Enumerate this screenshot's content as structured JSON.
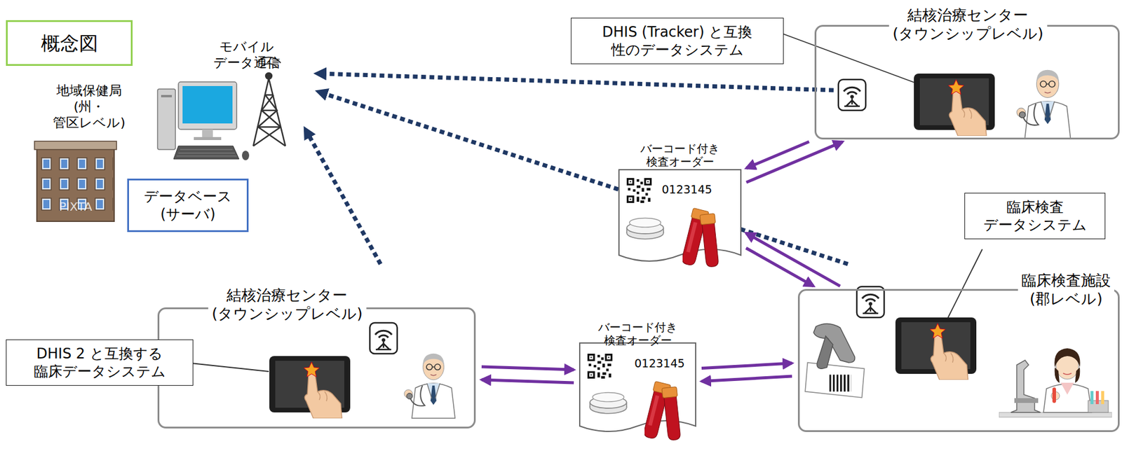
{
  "diagram": {
    "nodes": [
      {
        "text": [
          "概念図"
        ]
      },
      {
        "text": [
          "データベース (サーバ)"
        ]
      },
      {
        "text": [
          "結核治療センター (タウンシップレベル)"
        ]
      },
      {
        "text": [
          "DHIS (Tracker) と互換 性のデータシステム"
        ]
      },
      {
        "text": [
          "バーコード付き 検査オーダー",
          "0123145"
        ]
      },
      {
        "text": [
          "臨床検査 データシステム"
        ]
      },
      {
        "text": [
          "結核治療センター (タウンシップレベル)"
        ]
      },
      {
        "text": [
          "DHIS 2 と互換する 臨床データシステム"
        ]
      },
      {
        "text": [
          "バーコード付き 検査オーダー",
          "0123145"
        ]
      },
      {
        "text": [
          "臨床検査施設 (郡レベル)"
        ]
      }
    ],
    "edges": [
      {
        "from": 2,
        "to": 4,
        "arrow": "to"
      },
      {
        "from": 4,
        "to": 2,
        "arrow": "to"
      },
      {
        "from": 4,
        "to": 9,
        "arrow": "to"
      },
      {
        "from": 9,
        "to": 4,
        "arrow": "to"
      },
      {
        "from": 6,
        "to": 8,
        "arrow": "to"
      },
      {
        "from": 8,
        "to": 6,
        "arrow": "to"
      },
      {
        "from": 8,
        "to": 9,
        "arrow": "to"
      },
      {
        "from": 9,
        "to": 8,
        "arrow": "to"
      }
    ],
    "labels": [
      "地域保健局 (州・管区レベル)",
      "モバイル データ通信",
      "PIXTA"
    ]
  }
}
